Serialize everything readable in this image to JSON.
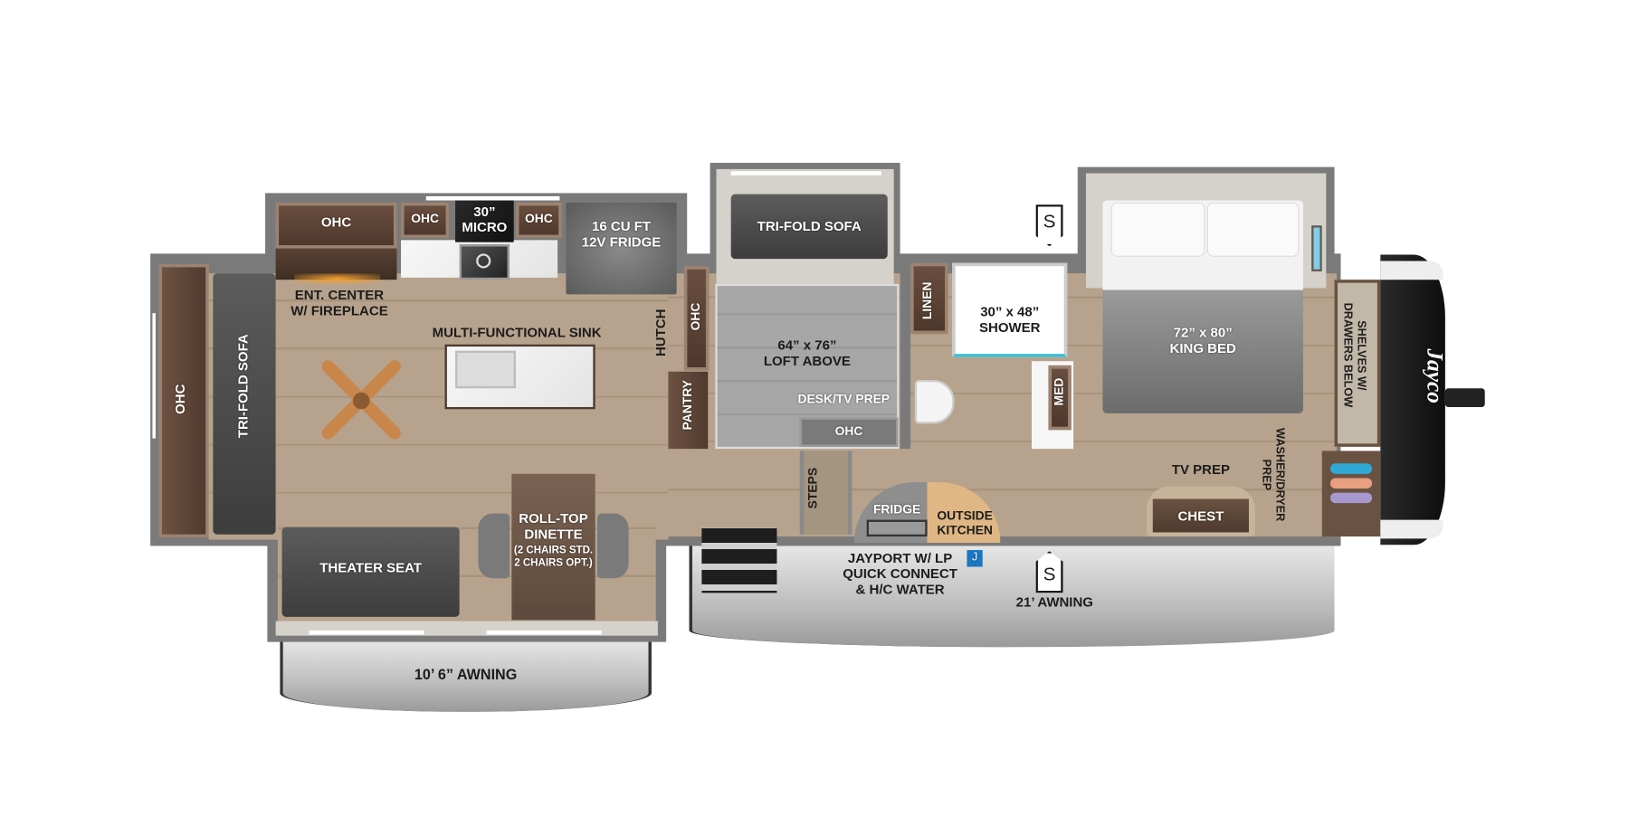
{
  "brand": "Jayco",
  "floorplan": {
    "living": {
      "ohc_top": "OHC",
      "ohc_small_left": "OHC",
      "micro": "30”\nMICRO",
      "ohc_small_right": "OHC",
      "fridge": "16 CU FT\n12V FRIDGE",
      "ent_center": "ENT. CENTER\nW/ FIREPLACE",
      "sink": "MULTI-FUNCTIONAL SINK",
      "hutch": "HUTCH",
      "ohc_hutch": "OHC",
      "pantry": "PANTRY",
      "ohc_rear": "OHC",
      "rear_sofa": "TRI-FOLD SOFA",
      "theater_seat": "THEATER SEAT",
      "dinette": "ROLL-TOP\nDINETTE",
      "dinette_note": "(2 CHAIRS STD.\n2 CHAIRS OPT.)",
      "awning": "10’ 6” AWNING"
    },
    "mid": {
      "sofa": "TRI-FOLD SOFA",
      "loft": "64” x 76”\nLOFT ABOVE",
      "desk": "DESK/TV PREP",
      "ohc": "OHC",
      "steps": "STEPS",
      "fridge": "FRIDGE",
      "outside_kitchen": "OUTSIDE\nKITCHEN"
    },
    "bath": {
      "linen": "LINEN",
      "shower": "30” x 48”\nSHOWER",
      "med": "MED"
    },
    "bedroom": {
      "bed": "72” x 80”\nKING BED",
      "shelves": "SHELVES W/\nDRAWERS BELOW",
      "washer": "WASHER/DRYER\nPREP",
      "tv_prep": "TV PREP",
      "chest": "CHEST"
    },
    "exterior": {
      "jayport": "JAYPORT W/ LP\nQUICK CONNECT\n& H/C WATER",
      "jayport_badge": "J",
      "awning_main": "21’ AWNING",
      "stabilizer_top": "S",
      "stabilizer_bottom": "S"
    }
  },
  "colors": {
    "wall": "#7a7a7a",
    "floor": "#b7a38d",
    "cabinet": "#5a4234",
    "sofa": "#4a4a4a",
    "jayport_badge": "#1a78c2",
    "kitchen_orange": "#e0b784"
  }
}
